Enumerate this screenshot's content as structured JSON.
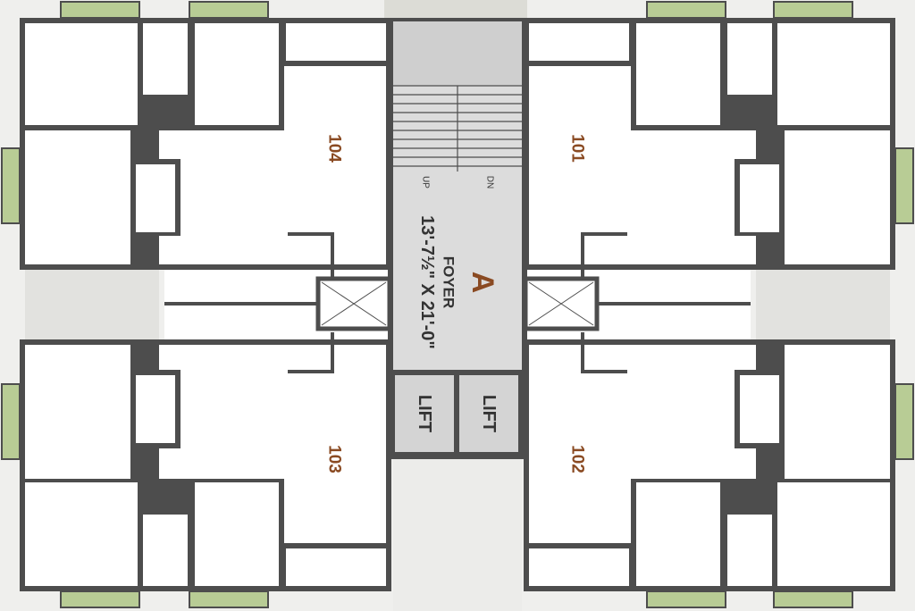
{
  "units": [
    {
      "id": "104",
      "label": "104"
    },
    {
      "id": "101",
      "label": "101"
    },
    {
      "id": "103",
      "label": "103"
    },
    {
      "id": "102",
      "label": "102"
    }
  ],
  "core": {
    "wing_letter": "A",
    "foyer_name": "FOYER",
    "foyer_size": "13'-7½\" X 21'-0\"",
    "stair_up": "UP",
    "stair_down": "DN",
    "lift_1": "LIFT",
    "lift_2": "LIFT"
  },
  "colors": {
    "wall": "#4d4d4d",
    "room": "#ffffff",
    "core": "#dadada",
    "balcony": "#b8cc95",
    "label": "#8a4a22"
  }
}
